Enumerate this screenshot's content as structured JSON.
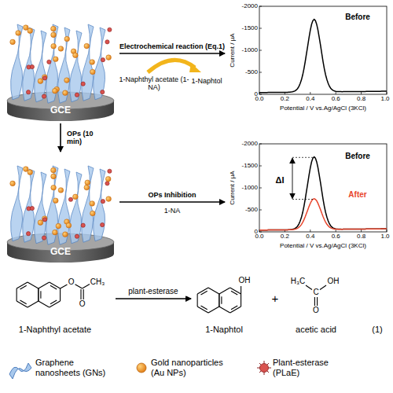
{
  "diagram": {
    "nodes": [
      {
        "text": [
          "GCE"
        ]
      },
      {
        "text": [
          "Before"
        ]
      },
      {
        "text": [
          "GCE"
        ],
        "in": null
      },
      {
        "text": [
          "Before",
          "After",
          "ΔI"
        ]
      },
      {
        "text": [
          "O",
          "O",
          "CH₃",
          "1-Naphthyl acetate"
        ]
      },
      {
        "text": [
          "OH",
          "1-Naphtol"
        ]
      },
      {
        "text": [
          "H₃C",
          "C",
          "OH",
          "O",
          "acetic acid"
        ]
      }
    ],
    "edges": [
      {
        "from": 0,
        "to": 1,
        "arrow": "to",
        "label": "Electrochemical reaction (Eq.1)"
      },
      {
        "from": 0,
        "to": 2,
        "arrow": "to",
        "label": "OPs (10 min)"
      },
      {
        "from": 2,
        "to": 3,
        "arrow": "to",
        "label": "OPs Inhibition"
      },
      {
        "from": 4,
        "to": 5,
        "arrow": "to",
        "label": "plant-esterase"
      }
    ],
    "labels": [
      "1-Naphthyl acetate (1-NA)",
      "1-Naphtol",
      "-2000",
      "-1500",
      "-1000",
      "-500",
      "0",
      "0.0",
      "0.2",
      "0.4",
      "0.6",
      "0.8",
      "1.0",
      "Current / μA",
      "Potential / V vs.Ag/AgCl (3KCl)",
      "-2000",
      "-1500",
      "-1000",
      "-500",
      "0",
      "0.0",
      "0.2",
      "0.4",
      "0.6",
      "0.8",
      "1.0",
      "Current / μA",
      "Potential / V vs.Ag/AgCl (3KCl)",
      "1-NA",
      "+",
      "(1)"
    ],
    "legend": [
      {
        "text": "Graphene nanosheets (GNs)"
      },
      {
        "text": "Gold nanoparticles (Au NPs)"
      },
      {
        "text": "Plant-esterase (PLaE)"
      }
    ]
  }
}
